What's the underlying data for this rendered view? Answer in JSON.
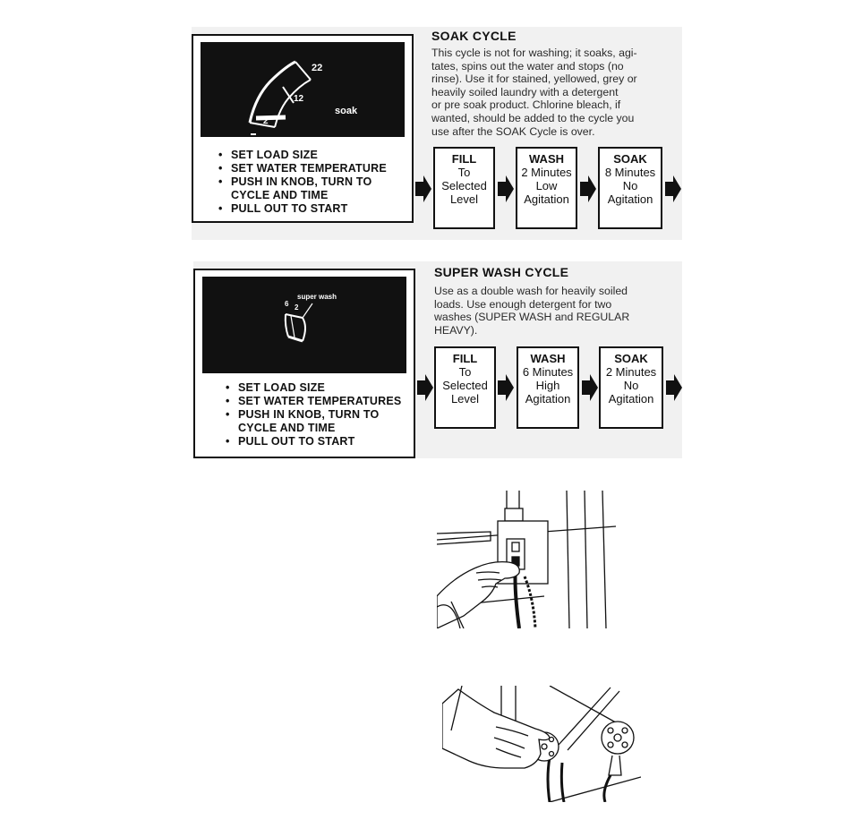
{
  "soak_section": {
    "dial": {
      "tick_22": "22",
      "tick_12": "12",
      "tick_2": "2",
      "cycle_label": "soak"
    },
    "steps": [
      "SET LOAD SIZE",
      "SET WATER TEMPERATURE",
      "PUSH IN KNOB, TURN TO",
      "CYCLE AND TIME",
      "PULL OUT TO START"
    ],
    "title": "SOAK CYCLE",
    "description": [
      "This cycle is not for washing; it soaks, agi-",
      "tates, spins out the water and stops (no",
      "rinse). Use it for stained, yellowed, grey or",
      "heavily soiled laundry with a detergent",
      "or pre soak product. Chlorine bleach, if",
      "wanted, should be added to the cycle you",
      "use after the SOAK Cycle is over."
    ],
    "flow": [
      {
        "title": "FILL",
        "lines": [
          "To",
          "Selected",
          "Level"
        ]
      },
      {
        "title": "WASH",
        "lines": [
          "2 Minutes",
          "Low",
          "Agitation"
        ]
      },
      {
        "title": "SOAK",
        "lines": [
          "8 Minutes",
          "No",
          "Agitation"
        ]
      }
    ]
  },
  "super_wash_section": {
    "dial": {
      "cycle_label": "super wash",
      "tick_6": "6",
      "tick_2": "2"
    },
    "steps": [
      "SET LOAD SIZE",
      "SET WATER TEMPERATURES",
      "PUSH IN KNOB, TURN TO",
      "CYCLE AND TIME",
      "PULL OUT TO START"
    ],
    "title": "SUPER WASH CYCLE",
    "description": [
      "Use as a double wash for heavily soiled",
      "loads. Use enough detergent for two",
      "washes (SUPER WASH and REGULAR",
      "HEAVY)."
    ],
    "flow": [
      {
        "title": "FILL",
        "lines": [
          "To",
          "Selected",
          "Level"
        ]
      },
      {
        "title": "WASH",
        "lines": [
          "6 Minutes",
          "High",
          "Agitation"
        ]
      },
      {
        "title": "SOAK",
        "lines": [
          "2 Minutes",
          "No",
          "Agitation"
        ]
      }
    ]
  },
  "illustrations": {
    "plug_icon": "hand-plugging-cord-into-outlet",
    "faucet_icon": "hand-turning-water-faucet"
  }
}
